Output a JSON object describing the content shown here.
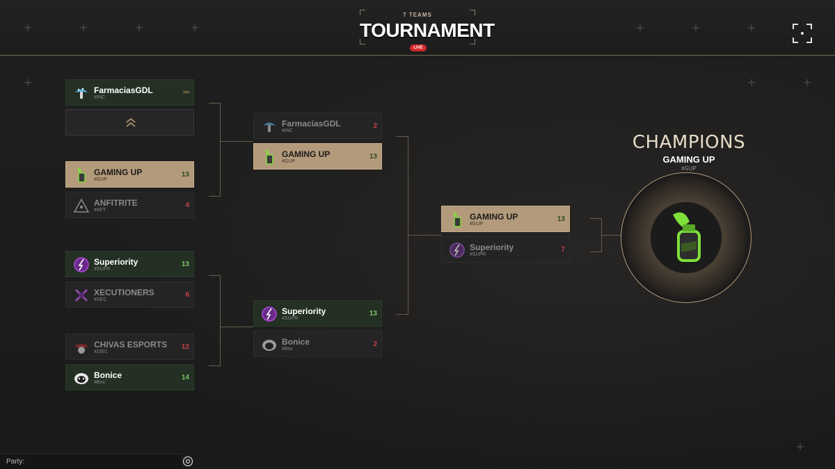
{
  "header": {
    "teams_label": "7 TEAMS",
    "title": "TOURNAMENT",
    "live_badge": "LIVE"
  },
  "round1": [
    {
      "name": "FarmaciasGDL",
      "tag": "#INC",
      "indicator": ">>>",
      "state": "winner"
    },
    {
      "state": "empty",
      "icon": "chevron-up-double-icon"
    },
    {
      "name": "GAMING UP",
      "tag": "#GUP",
      "score": "13",
      "state": "highlight"
    },
    {
      "name": "ANFITRITE",
      "tag": "#AFT",
      "score": "4",
      "state": "loser"
    },
    {
      "name": "Superiority",
      "tag": "#SUPR",
      "score": "13",
      "state": "winner"
    },
    {
      "name": "XECUTIONERS",
      "tag": "#XEC",
      "score": "6",
      "state": "loser"
    },
    {
      "name": "CHIVAS ESPORTS",
      "tag": "#1501",
      "score": "12",
      "state": "loser"
    },
    {
      "name": "Bonice",
      "tag": "#Bnc",
      "score": "14",
      "state": "winner"
    }
  ],
  "round2": [
    {
      "name": "FarmaciasGDL",
      "tag": "#INC",
      "score": "2",
      "state": "loser"
    },
    {
      "name": "GAMING UP",
      "tag": "#GUP",
      "score": "13",
      "state": "highlight"
    },
    {
      "name": "Superiority",
      "tag": "#SUPR",
      "score": "13",
      "state": "winner"
    },
    {
      "name": "Bonice",
      "tag": "#Bnc",
      "score": "2",
      "state": "loser"
    }
  ],
  "final": [
    {
      "name": "GAMING UP",
      "tag": "#GUP",
      "score": "13",
      "state": "highlight"
    },
    {
      "name": "Superiority",
      "tag": "#SUPR",
      "score": "7",
      "state": "loser"
    }
  ],
  "champion": {
    "title": "CHAMPIONS",
    "name": "GAMING UP",
    "tag": "#GUP"
  },
  "party": {
    "label": "Party:"
  },
  "colors": {
    "accent": "#b39a7a",
    "win_score": "#7cc36a",
    "loss_score": "#c8424a",
    "live": "#d4282c",
    "gup_green": "#7ee03a",
    "supr_purple": "#b04ad8"
  }
}
